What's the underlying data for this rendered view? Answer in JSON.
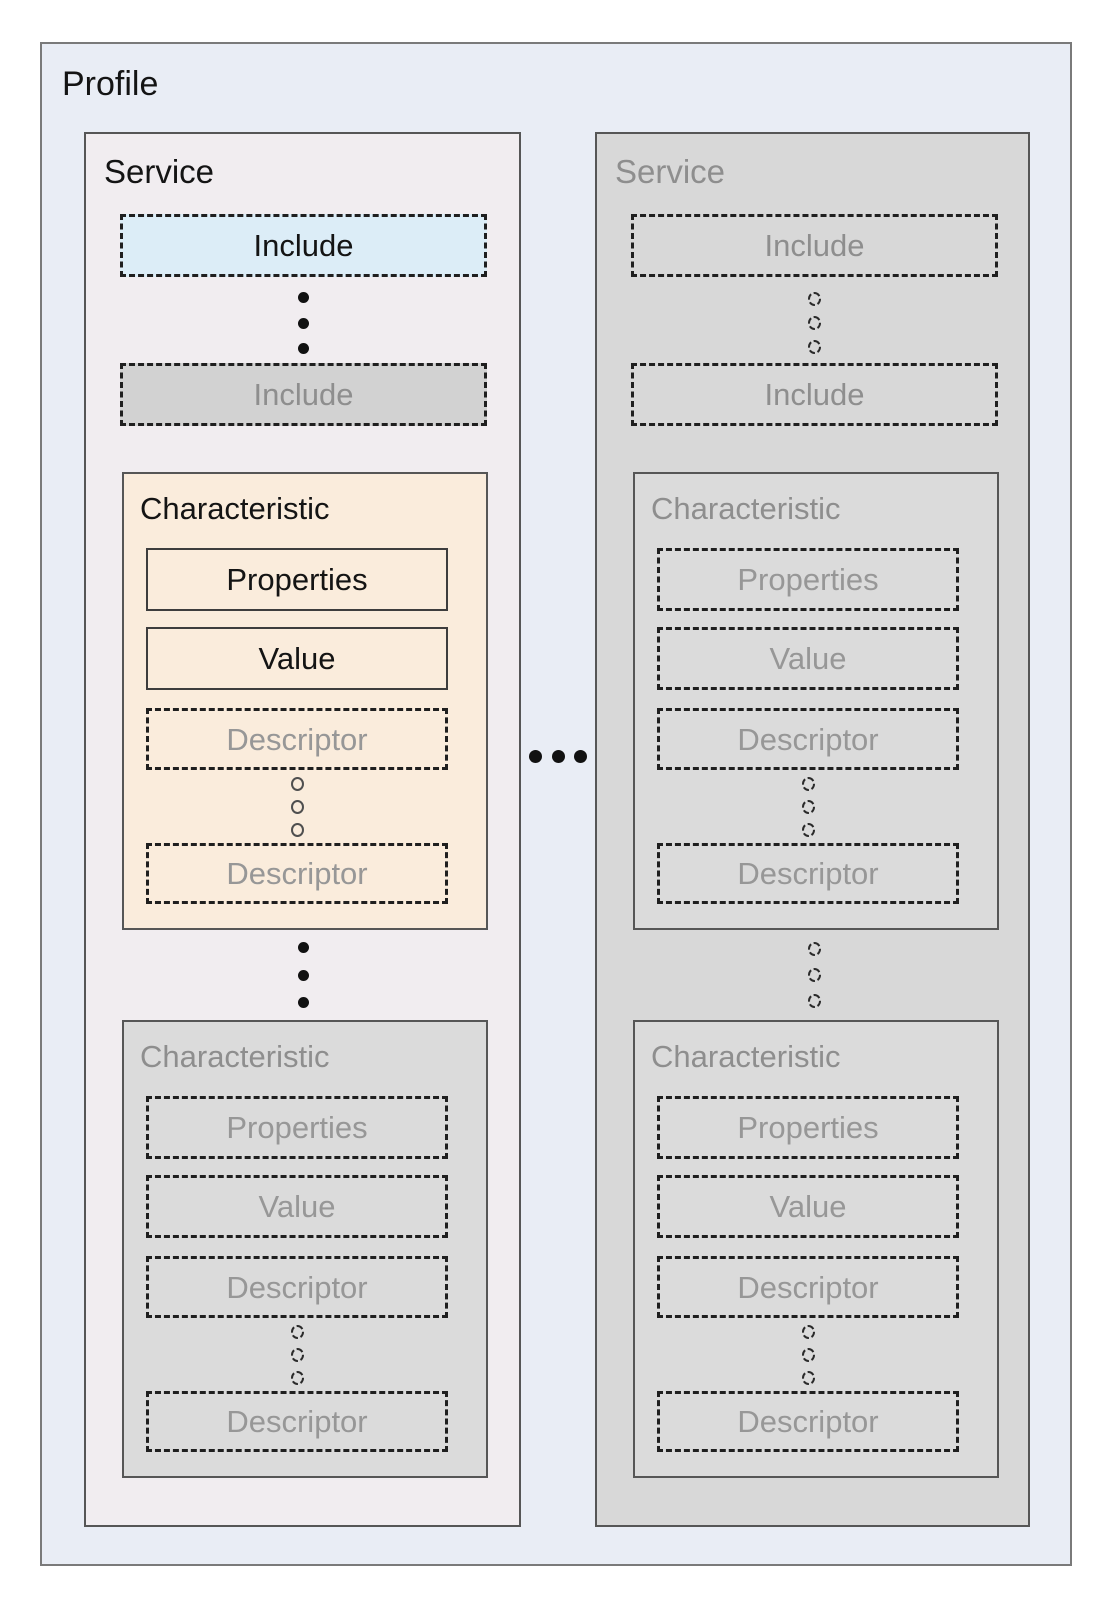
{
  "profile": {
    "label": "Profile"
  },
  "services": [
    {
      "label": "Service",
      "emphasis": "active",
      "includes": [
        {
          "label": "Include",
          "variant": "highlighted-blue"
        },
        {
          "label": "Include",
          "variant": "muted-gray"
        }
      ],
      "include_gap_marker": "vertical-solid-dots",
      "characteristics": [
        {
          "label": "Characteristic",
          "variant": "highlighted-peach",
          "properties_label": "Properties",
          "value_label": "Value",
          "descriptor_top_label": "Descriptor",
          "descriptor_bottom_label": "Descriptor",
          "descriptor_gap_marker": "vertical-open-circles"
        },
        {
          "label": "Characteristic",
          "variant": "muted-gray",
          "properties_label": "Properties",
          "value_label": "Value",
          "descriptor_top_label": "Descriptor",
          "descriptor_bottom_label": "Descriptor",
          "descriptor_gap_marker": "vertical-dashed-circles"
        }
      ],
      "characteristic_gap_marker": "vertical-solid-dots"
    },
    {
      "label": "Service",
      "emphasis": "muted",
      "includes": [
        {
          "label": "Include",
          "variant": "muted-gray"
        },
        {
          "label": "Include",
          "variant": "muted-gray"
        }
      ],
      "include_gap_marker": "vertical-dashed-circles",
      "characteristics": [
        {
          "label": "Characteristic",
          "variant": "muted-gray",
          "properties_label": "Properties",
          "value_label": "Value",
          "descriptor_top_label": "Descriptor",
          "descriptor_bottom_label": "Descriptor",
          "descriptor_gap_marker": "vertical-dashed-circles"
        },
        {
          "label": "Characteristic",
          "variant": "muted-gray",
          "properties_label": "Properties",
          "value_label": "Value",
          "descriptor_top_label": "Descriptor",
          "descriptor_bottom_label": "Descriptor",
          "descriptor_gap_marker": "vertical-dashed-circles"
        }
      ],
      "characteristic_gap_marker": "vertical-dashed-circles"
    }
  ],
  "between_services_marker": "horizontal-solid-dots",
  "colors": {
    "page_bg": "#ffffff",
    "profile_fill": "#e9edf5",
    "profile_border": "#7a7a7a",
    "service_active_fill": "#f1edf0",
    "service_muted_fill": "#d8d8d8",
    "include_highlight_fill": "#dcedf7",
    "include_muted_fill": "#d2d2d2",
    "characteristic_highlight_fill": "#faecdc",
    "characteristic_muted_fill": "#dbdbdb",
    "dashed_border": "#1f1f1f",
    "solid_border": "#3d3d3d",
    "text_dark": "#141414",
    "text_muted": "#8e8e8e"
  }
}
